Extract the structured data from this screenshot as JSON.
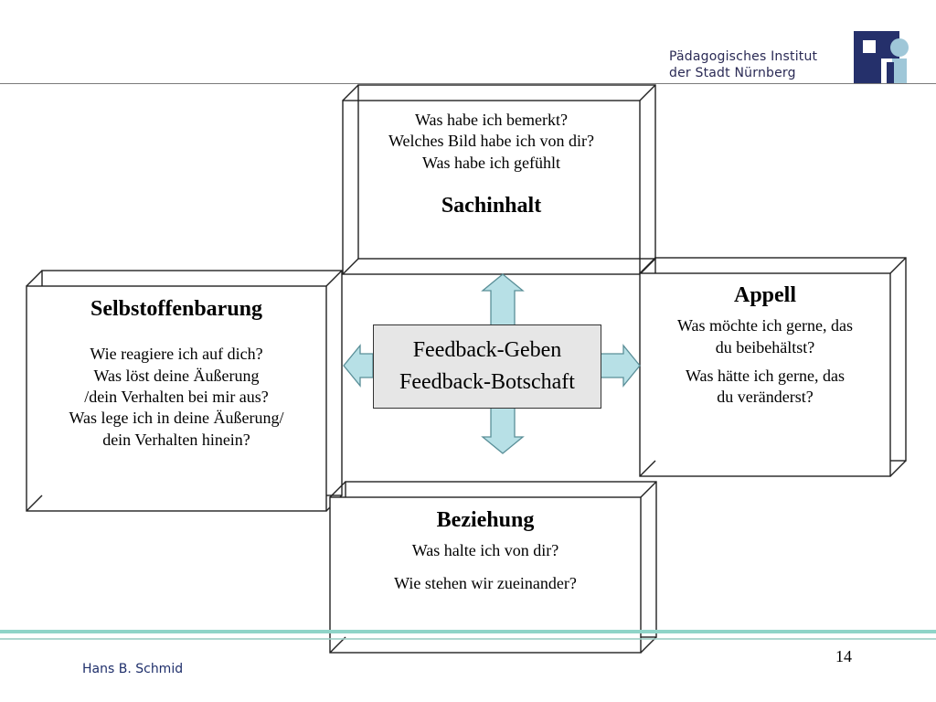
{
  "header": {
    "institute_line1": "Pädagogisches Institut",
    "institute_line2": "der Stadt Nürnberg",
    "logo_icon": "institute-logo-icon",
    "brand_color": "#25306b",
    "logo_accent_color": "#9fc7d8"
  },
  "center": {
    "line1": "Feedback-Geben",
    "line2": "Feedback-Botschaft"
  },
  "sachinhalt": {
    "q1": "Was habe ich bemerkt?",
    "q2": "Welches Bild habe ich von dir?",
    "q3": "Was habe ich gefühlt",
    "title": "Sachinhalt"
  },
  "selbst": {
    "title": "Selbstoffenbarung",
    "q1": "Wie reagiere ich auf dich?",
    "q2": "Was löst deine Äußerung",
    "q3": "/dein Verhalten bei mir aus?",
    "q4": "Was lege ich in deine Äußerung/",
    "q5": "dein Verhalten hinein?"
  },
  "appell": {
    "title": "Appell",
    "q1": "Was möchte ich gerne, das",
    "q2": "du beibehältst?",
    "q3": "Was hätte ich gerne, das",
    "q4": "du veränderst?"
  },
  "beziehung": {
    "title": "Beziehung",
    "q1": "Was halte ich von dir?",
    "q2": "Wie stehen wir zueinander?"
  },
  "footer": {
    "author": "Hans B. Schmid",
    "page_number": "14"
  },
  "colors": {
    "arrow_fill": "#b7e0e6",
    "arrow_stroke": "#5a8f98",
    "center_fill": "#e6e6e6",
    "footer_bar": "#8fd4c8"
  }
}
